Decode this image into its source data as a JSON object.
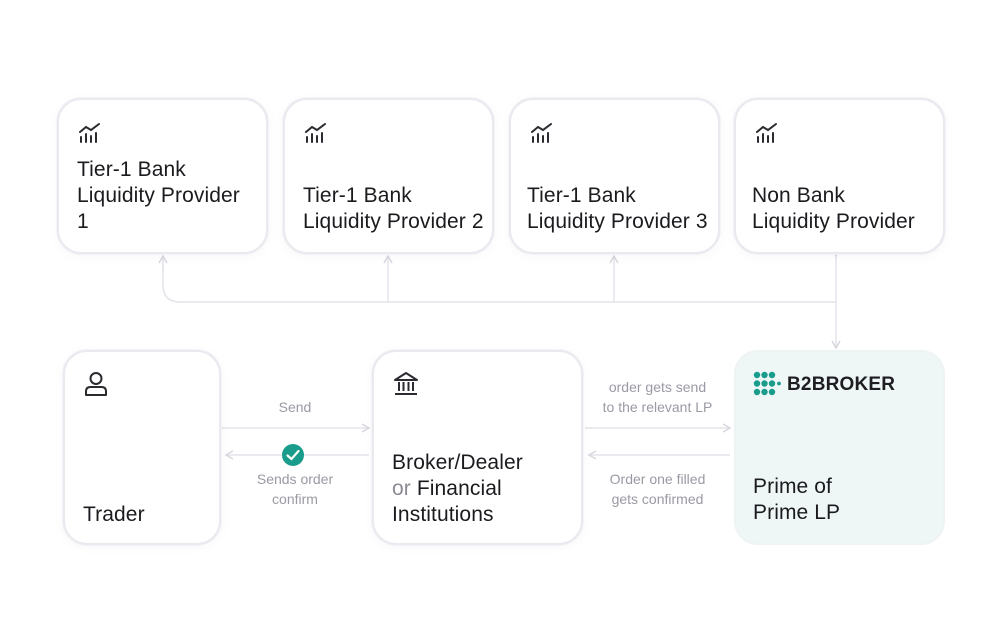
{
  "providers": [
    {
      "title_lines": [
        "Tier-1 Bank",
        "Liquidity Provider",
        "1"
      ],
      "icon": "chart-icon"
    },
    {
      "title_lines": [
        "Tier-1 Bank",
        "Liquidity Provider 2"
      ],
      "icon": "chart-icon"
    },
    {
      "title_lines": [
        "Tier-1 Bank",
        "Liquidity Provider 3"
      ],
      "icon": "chart-icon"
    },
    {
      "title_lines": [
        "Non Bank",
        "Liquidity Provider"
      ],
      "icon": "chart-icon"
    }
  ],
  "trader": {
    "title": "Trader",
    "icon": "user-icon"
  },
  "broker": {
    "line1": "Broker/Dealer",
    "or": "or",
    "line2_rest": "Financial",
    "line3": "Institutions",
    "icon": "bank-icon"
  },
  "prime": {
    "brand": "B2BROKER",
    "line1": "Prime of",
    "line2": "Prime LP",
    "icon": "b2broker-logo-icon"
  },
  "labels": {
    "send": "Send",
    "confirm": [
      "Sends order",
      "confirm"
    ],
    "order_send": [
      "order gets send",
      "to the relevant LP"
    ],
    "order_filled": [
      "Order one filled",
      "gets confirmed"
    ]
  },
  "colors": {
    "accent": "#1a9c8c",
    "line": "#e3e3ea",
    "prime_bg": "#eef6f6",
    "muted_text": "#9a9aa4"
  }
}
